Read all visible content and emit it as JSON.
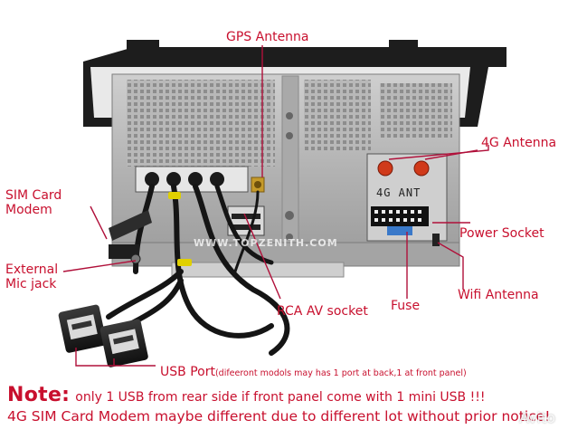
{
  "labels": {
    "gps_antenna": "GPS Antenna",
    "antenna_4g": "4G Antenna",
    "sim_card_modem": "SIM Card\nModem",
    "power_socket": "Power Socket",
    "external_mic_jack": "External\nMic jack",
    "wifi_antenna": "Wifi Antenna",
    "rca_av_socket": "RCA AV socket",
    "fuse": "Fuse",
    "usb_port": "USB Port",
    "usb_port_note": "(difeeront modols may has 1 port at back,1 at front panel)",
    "ant_box": "4G ANT"
  },
  "note": {
    "head": "Note:",
    "line1": "only 1 USB from rear side if front panel come with 1 mini USB !!!",
    "line2": "4G SIM Card Modem maybe different due to different lot without prior notice!"
  },
  "watermarks": {
    "brand": "WWW.TOPZENITH.COM",
    "avito": "Avito"
  },
  "colors": {
    "label_red": "#c8102e",
    "leader_line": "#b0103a",
    "chassis": "#b9b9b9",
    "frame": "#2a2a2a"
  }
}
